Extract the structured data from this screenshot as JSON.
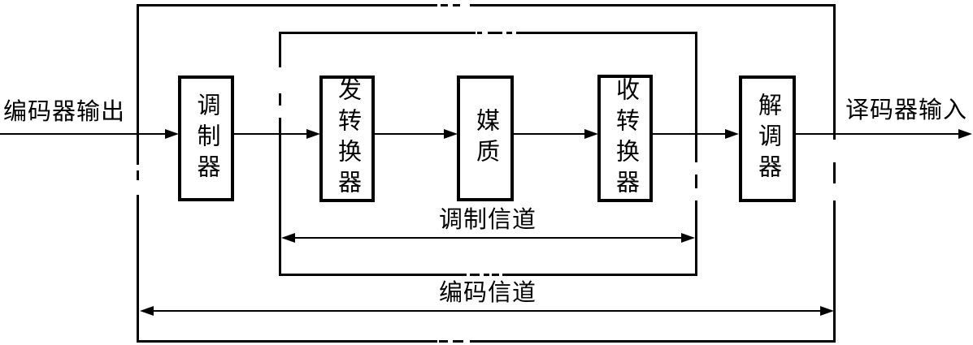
{
  "diagram": {
    "left_label": "编码器输出",
    "right_label": "译码器输入",
    "boxes": [
      {
        "id": "modulator",
        "label": "调制器"
      },
      {
        "id": "tx-converter",
        "label": "发转换器"
      },
      {
        "id": "medium",
        "label": "媒质"
      },
      {
        "id": "rx-converter",
        "label": "收转换器"
      },
      {
        "id": "demodulator",
        "label": "解调器"
      }
    ],
    "channels": {
      "modulation": {
        "label": "调制信道"
      },
      "coding": {
        "label": "编码信道"
      }
    },
    "colors": {
      "line": "#000000",
      "background": "#ffffff"
    }
  }
}
